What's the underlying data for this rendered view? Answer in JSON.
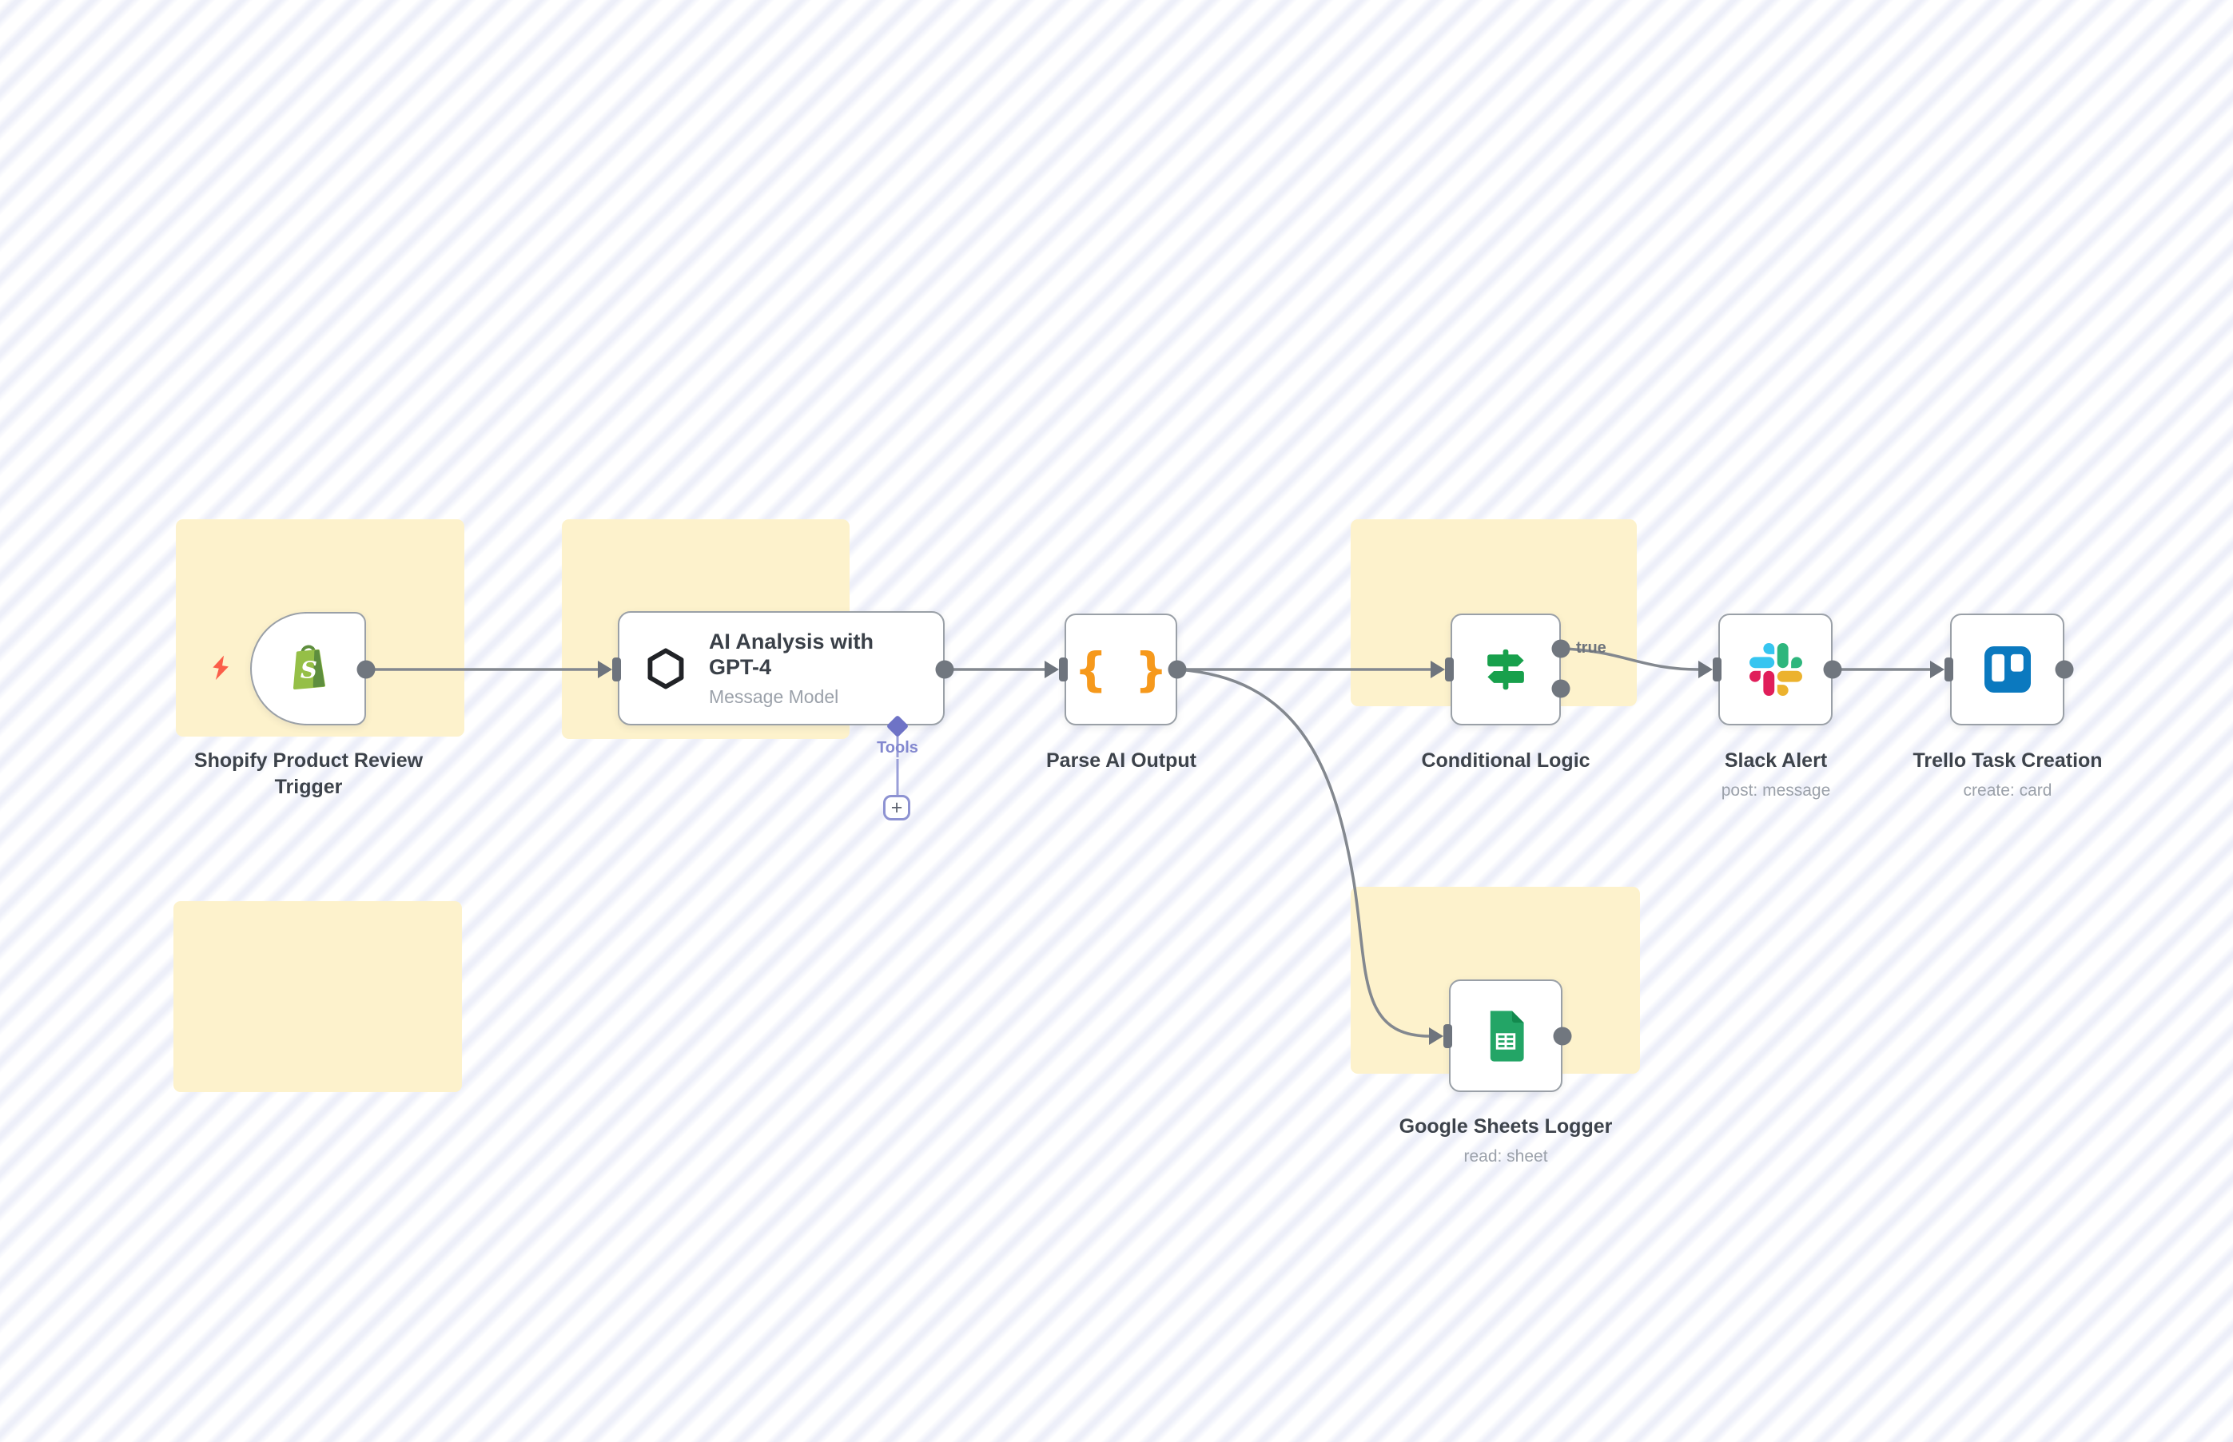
{
  "workflow": {
    "connection_labels": {
      "true_branch": "true"
    },
    "nodes": {
      "shopify": {
        "label": "Shopify Product Review Trigger"
      },
      "gpt": {
        "title": "AI Analysis with GPT-4",
        "subtitle": "Message Model",
        "tools_label": "Tools",
        "add_tool_button": "+"
      },
      "parse": {
        "label": "Parse AI Output",
        "icon_glyph": "{ }"
      },
      "conditional": {
        "label": "Conditional Logic"
      },
      "slack": {
        "label": "Slack Alert",
        "subtitle": "post: message"
      },
      "trello": {
        "label": "Trello Task Creation",
        "subtitle": "create: card"
      },
      "sheets": {
        "label": "Google Sheets Logger",
        "subtitle": "read: sheet"
      }
    },
    "colors": {
      "canvas_stripe": "#edeff9",
      "sticky_note": "#fdf2cc",
      "node_border": "#9aa0a7",
      "connector": "#83888f",
      "port": "#71777f",
      "tools_accent": "#7379c6",
      "trigger_bolt": "#fb5e49",
      "parse_icon_orange": "#f6991c",
      "conditional_green": "#18a04c",
      "trello_blue": "#0b79bf",
      "sheets_green": "#23a566",
      "shopify_green": "#95bf47",
      "openai_black": "#212327",
      "slack_palette": [
        "#36C5F0",
        "#2EB67D",
        "#ECB22E",
        "#E01E5A"
      ]
    }
  }
}
